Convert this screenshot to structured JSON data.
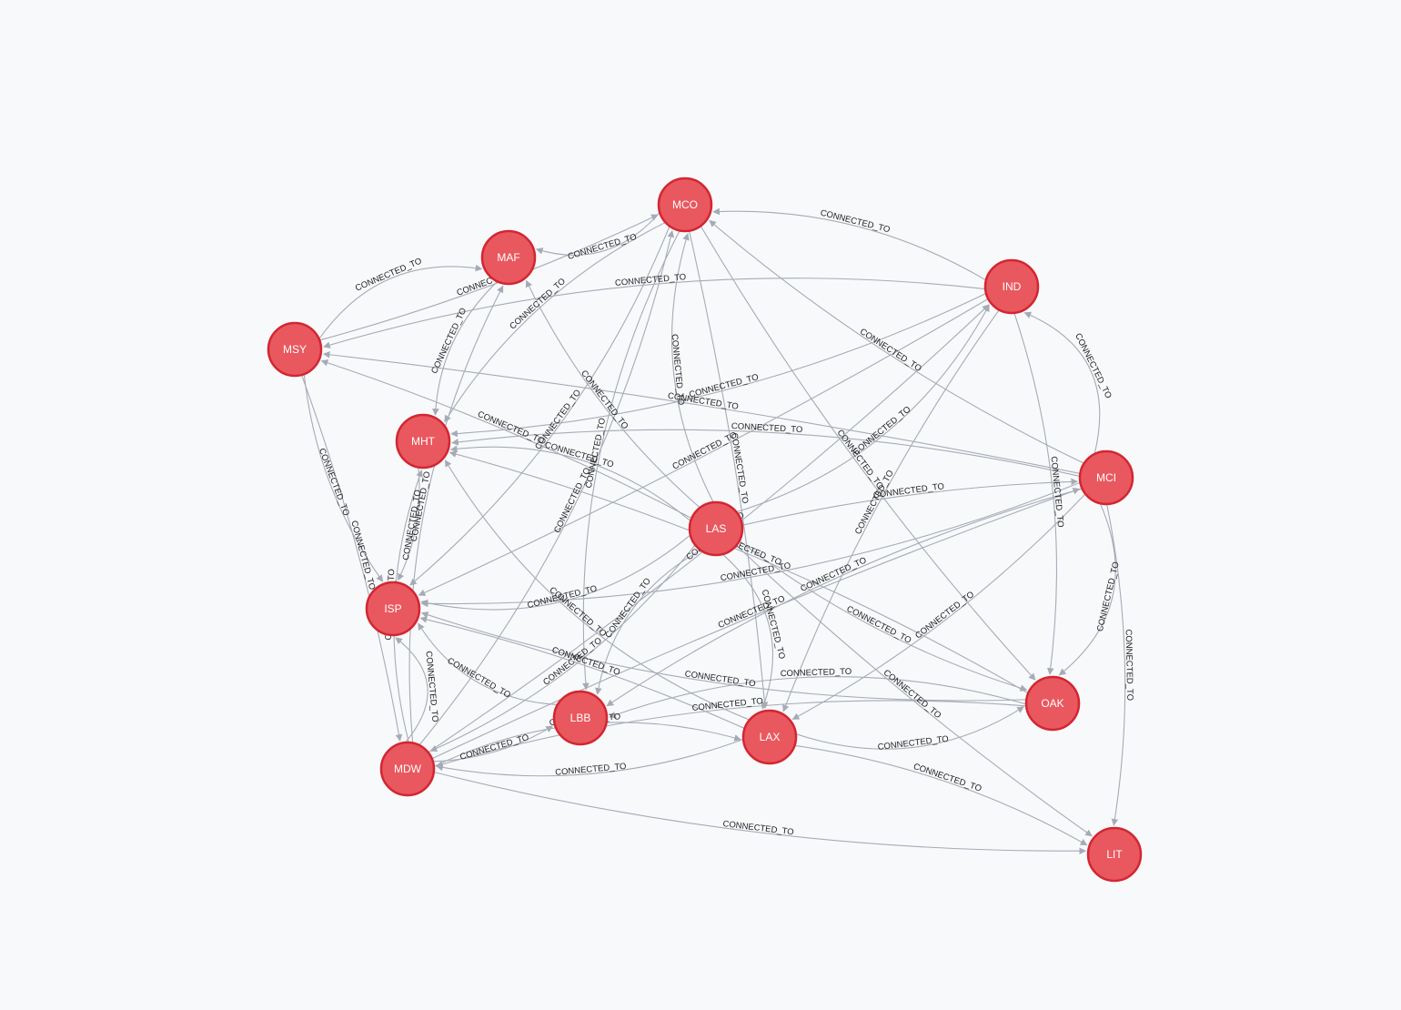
{
  "graph": {
    "relationship_type": "CONNECTED_TO",
    "colors": {
      "node_fill": "#e9585e",
      "node_stroke": "#d32632",
      "node_text": "#ffffff",
      "edge": "#a5abb6",
      "edge_text": "#222222",
      "background": "#f8f9fb"
    },
    "nodes": [
      {
        "id": "MCO",
        "label": "MCO"
      },
      {
        "id": "MAF",
        "label": "MAF"
      },
      {
        "id": "IND",
        "label": "IND"
      },
      {
        "id": "MSY",
        "label": "MSY"
      },
      {
        "id": "MHT",
        "label": "MHT"
      },
      {
        "id": "MCI",
        "label": "MCI"
      },
      {
        "id": "LAS",
        "label": "LAS"
      },
      {
        "id": "ISP",
        "label": "ISP"
      },
      {
        "id": "OAK",
        "label": "OAK"
      },
      {
        "id": "LBB",
        "label": "LBB"
      },
      {
        "id": "LAX",
        "label": "LAX"
      },
      {
        "id": "MDW",
        "label": "MDW"
      },
      {
        "id": "LIT",
        "label": "LIT"
      }
    ],
    "edges": [
      {
        "source": "MSY",
        "target": "MCO",
        "label": "CONNECTED_TO"
      },
      {
        "source": "MCI",
        "target": "MCO",
        "label": "CONNECTED_TO"
      },
      {
        "source": "IND",
        "target": "MCO",
        "label": "CONNECTED_TO"
      },
      {
        "source": "MSY",
        "target": "MAF",
        "label": "CONNECTED_TO"
      },
      {
        "source": "MCI",
        "target": "IND",
        "label": "CONNECTED_TO"
      },
      {
        "source": "MSY",
        "target": "MDW",
        "label": "CONNECTED_TO"
      },
      {
        "source": "MSY",
        "target": "ISP",
        "label": "CONNECTED_TO"
      },
      {
        "source": "LAX",
        "target": "MDW",
        "label": "CONNECTED_TO"
      },
      {
        "source": "OAK",
        "target": "MDW",
        "label": "CONNECTED_TO"
      },
      {
        "source": "MCI",
        "target": "OAK",
        "label": "CONNECTED_TO"
      },
      {
        "source": "LAS",
        "target": "LIT",
        "label": "CONNECTED_TO"
      },
      {
        "source": "MCI",
        "target": "LIT",
        "label": "CONNECTED_TO"
      },
      {
        "source": "MDW",
        "target": "LIT",
        "label": "CONNECTED_TO"
      },
      {
        "source": "LAS",
        "target": "MCO",
        "label": "CONNECTED_TO"
      },
      {
        "source": "LAS",
        "target": "IND",
        "label": "CONNECTED_TO"
      },
      {
        "source": "LAS",
        "target": "MCI",
        "label": "CONNECTED_TO"
      },
      {
        "source": "LAS",
        "target": "OAK",
        "label": "CONNECTED_TO"
      },
      {
        "source": "LAS",
        "target": "MDW",
        "label": "CONNECTED_TO"
      },
      {
        "source": "LAS",
        "target": "MHT",
        "label": "CONNECTED_TO"
      },
      {
        "source": "LAS",
        "target": "ISP",
        "label": "CONNECTED_TO"
      },
      {
        "source": "LAS",
        "target": "MSY",
        "label": "CONNECTED_TO"
      },
      {
        "source": "LAS",
        "target": "MAF",
        "label": "CONNECTED_TO"
      },
      {
        "source": "LAS",
        "target": "LBB",
        "label": "CONNECTED_TO"
      },
      {
        "source": "LAS",
        "target": "LAX",
        "label": "CONNECTED_TO"
      },
      {
        "source": "MDW",
        "target": "MCO",
        "label": "CONNECTED_TO"
      },
      {
        "source": "MDW",
        "target": "MCI",
        "label": "CONNECTED_TO"
      },
      {
        "source": "MDW",
        "target": "IND",
        "label": "CONNECTED_TO"
      },
      {
        "source": "MDW",
        "target": "MHT",
        "label": "CONNECTED_TO"
      },
      {
        "source": "MDW",
        "target": "ISP",
        "label": "CONNECTED_TO"
      },
      {
        "source": "MDW",
        "target": "MAF",
        "label": "CONNECTED_TO"
      },
      {
        "source": "MDW",
        "target": "LBB",
        "label": "CONNECTED_TO"
      },
      {
        "source": "MDW",
        "target": "LAX",
        "label": "CONNECTED_TO"
      },
      {
        "source": "MCO",
        "target": "MHT",
        "label": "CONNECTED_TO"
      },
      {
        "source": "MCO",
        "target": "ISP",
        "label": "CONNECTED_TO"
      },
      {
        "source": "MCO",
        "target": "LBB",
        "label": "CONNECTED_TO"
      },
      {
        "source": "MCO",
        "target": "LAX",
        "label": "CONNECTED_TO"
      },
      {
        "source": "MCO",
        "target": "OAK",
        "label": "CONNECTED_TO"
      },
      {
        "source": "MCO",
        "target": "MAF",
        "label": "CONNECTED_TO"
      },
      {
        "source": "MCI",
        "target": "MHT",
        "label": "CONNECTED_TO"
      },
      {
        "source": "MCI",
        "target": "ISP",
        "label": "CONNECTED_TO"
      },
      {
        "source": "MCI",
        "target": "MSY",
        "label": "CONNECTED_TO"
      },
      {
        "source": "MCI",
        "target": "LAX",
        "label": "CONNECTED_TO"
      },
      {
        "source": "MCI",
        "target": "LBB",
        "label": "CONNECTED_TO"
      },
      {
        "source": "IND",
        "target": "MHT",
        "label": "CONNECTED_TO"
      },
      {
        "source": "IND",
        "target": "MSY",
        "label": "CONNECTED_TO"
      },
      {
        "source": "IND",
        "target": "ISP",
        "label": "CONNECTED_TO"
      },
      {
        "source": "IND",
        "target": "LAX",
        "label": "CONNECTED_TO"
      },
      {
        "source": "IND",
        "target": "OAK",
        "label": "CONNECTED_TO"
      },
      {
        "source": "LAX",
        "target": "OAK",
        "label": "CONNECTED_TO"
      },
      {
        "source": "LAX",
        "target": "MHT",
        "label": "CONNECTED_TO"
      },
      {
        "source": "LAX",
        "target": "ISP",
        "label": "CONNECTED_TO"
      },
      {
        "source": "LAX",
        "target": "LIT",
        "label": "CONNECTED_TO"
      },
      {
        "source": "OAK",
        "target": "MHT",
        "label": "CONNECTED_TO"
      },
      {
        "source": "OAK",
        "target": "ISP",
        "label": "CONNECTED_TO"
      },
      {
        "source": "OAK",
        "target": "LBB",
        "label": "CONNECTED_TO"
      },
      {
        "source": "MHT",
        "target": "ISP",
        "label": "CONNECTED_TO"
      },
      {
        "source": "MAF",
        "target": "MHT",
        "label": "CONNECTED_TO"
      },
      {
        "source": "LBB",
        "target": "ISP",
        "label": "CONNECTED_TO"
      }
    ]
  }
}
